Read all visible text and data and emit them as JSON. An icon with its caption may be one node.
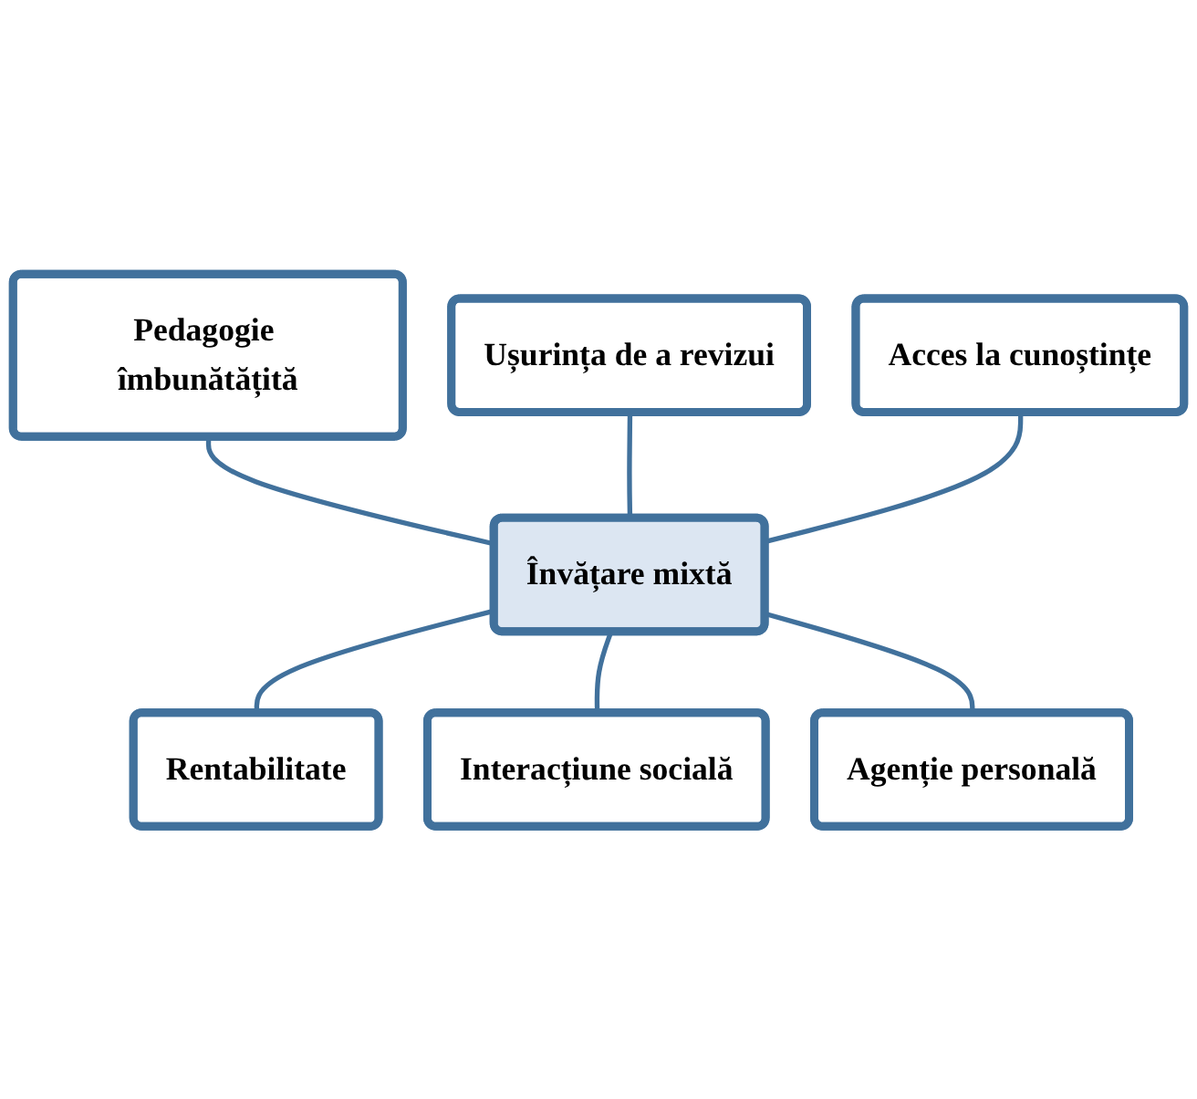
{
  "diagram": {
    "nodes": [
      {
        "text": [
          "Pedagogie îmbunătățită"
        ]
      },
      {
        "text": [
          "Ușurința de a revizui"
        ]
      },
      {
        "text": [
          "Acces la cunoștințe"
        ]
      },
      {
        "text": [
          "Învățare mixtă"
        ]
      },
      {
        "text": [
          "Rentabilitate"
        ]
      },
      {
        "text": [
          "Interacțiune socială"
        ]
      },
      {
        "text": [
          "Agenție personală"
        ]
      }
    ],
    "edges": [
      {
        "from": 0,
        "to": 3,
        "arrow": "none"
      },
      {
        "from": 1,
        "to": 3,
        "arrow": "none"
      },
      {
        "from": 2,
        "to": 3,
        "arrow": "none"
      },
      {
        "from": 3,
        "to": 4,
        "arrow": "none"
      },
      {
        "from": 3,
        "to": 5,
        "arrow": "none"
      },
      {
        "from": 3,
        "to": 6,
        "arrow": "none"
      }
    ]
  }
}
